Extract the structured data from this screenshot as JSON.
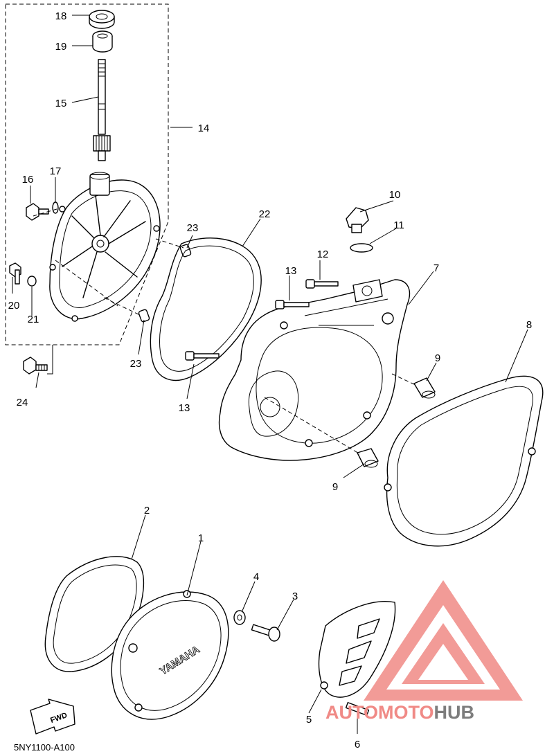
{
  "diagram": {
    "code_label": "5NY1100-A100",
    "fwd_label": "FWD",
    "cover_emboss": "YAMAHA",
    "callouts": [
      "18",
      "19",
      "15",
      "14",
      "16",
      "17",
      "23",
      "22",
      "10",
      "11",
      "12",
      "13",
      "7",
      "20",
      "21",
      "23",
      "9",
      "8",
      "13",
      "24",
      "9",
      "2",
      "1",
      "4",
      "3",
      "5",
      "6"
    ]
  },
  "watermark": {
    "text_red": "AUTOMOTO",
    "text_gray": "HUB",
    "red_color": "#f08a86",
    "gray_color": "#7d7d7d"
  }
}
